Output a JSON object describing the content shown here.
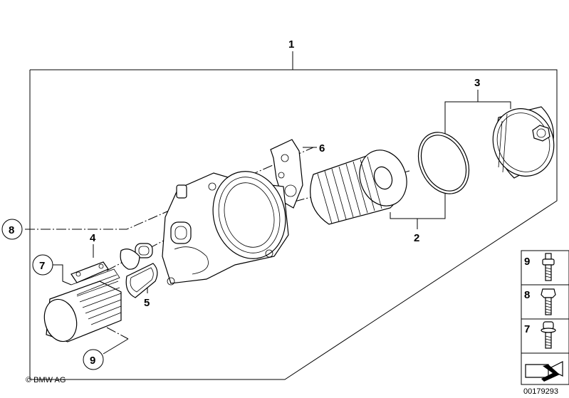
{
  "callouts": {
    "c1": "1",
    "c2": "2",
    "c3": "3",
    "c4": "4",
    "c5": "5",
    "c6": "6",
    "c7": "7",
    "c8": "8",
    "c9": "9"
  },
  "legend": {
    "item_9": "9",
    "item_8": "8",
    "item_7": "7"
  },
  "copyright": "© BMW AG",
  "diagram_number": "00179293",
  "icons": [
    "bolt-icon",
    "hex-bolt-icon",
    "flange-bolt-icon",
    "arrow-icon"
  ]
}
